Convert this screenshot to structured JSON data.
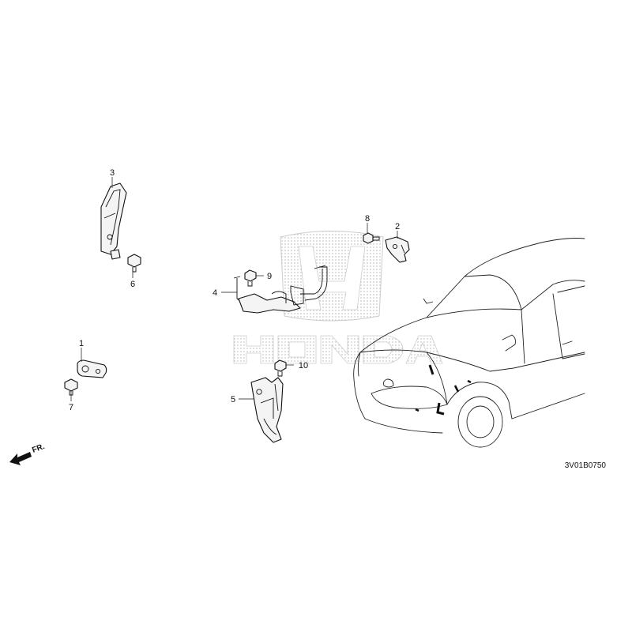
{
  "diagram": {
    "code": "3V01B0750",
    "direction_label": "FR.",
    "callouts": [
      {
        "id": "c1",
        "label": "1"
      },
      {
        "id": "c2",
        "label": "2"
      },
      {
        "id": "c3",
        "label": "3"
      },
      {
        "id": "c4",
        "label": "4"
      },
      {
        "id": "c5",
        "label": "5"
      },
      {
        "id": "c6",
        "label": "6"
      },
      {
        "id": "c7",
        "label": "7"
      },
      {
        "id": "c8",
        "label": "8"
      },
      {
        "id": "c9",
        "label": "9"
      },
      {
        "id": "c10",
        "label": "10"
      }
    ],
    "watermark": "HONDA"
  }
}
